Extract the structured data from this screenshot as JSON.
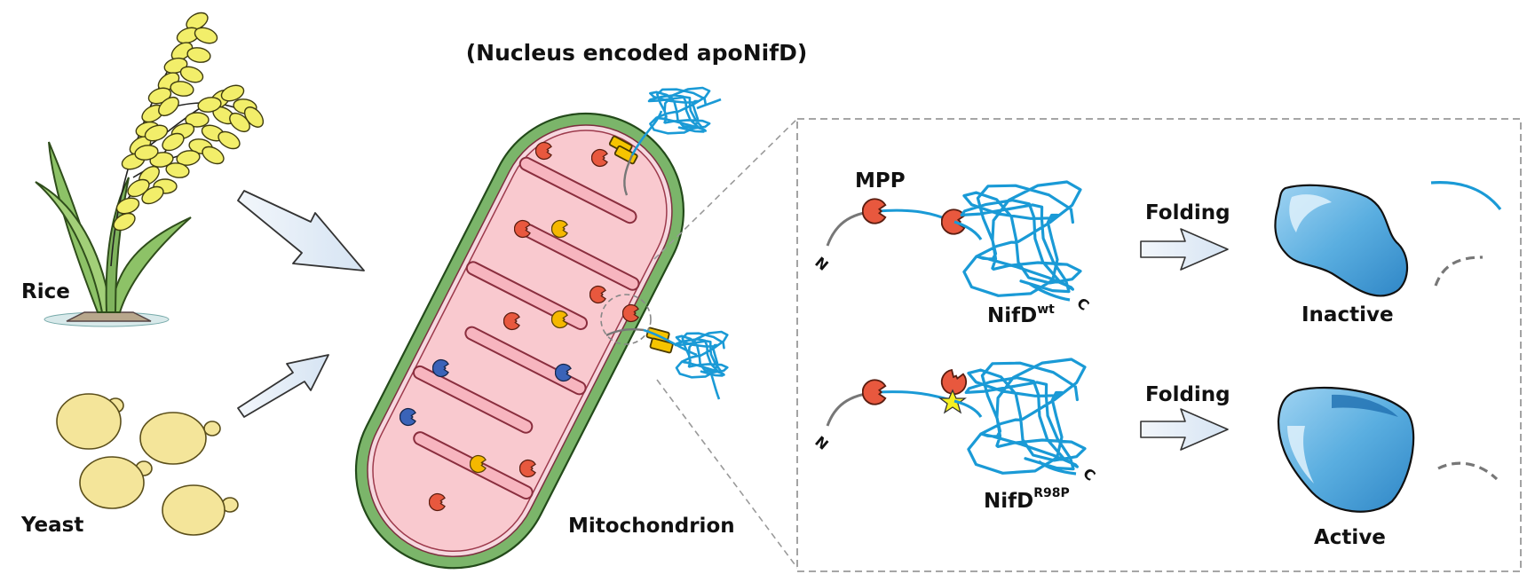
{
  "title": "(Nucleus encoded apoNifD)",
  "organisms": {
    "rice": "Rice",
    "yeast": "Yeast"
  },
  "organelle": "Mitochondrion",
  "panel": {
    "protease": "MPP",
    "row1": {
      "protein": "NifD",
      "superscript": "wt",
      "process": "Folding",
      "outcome": "Inactive"
    },
    "row2": {
      "protein": "NifD",
      "superscript": "R98P",
      "process": "Folding",
      "outcome": "Active"
    }
  },
  "termini": {
    "n": "N",
    "c": "C"
  },
  "colors": {
    "peptide_blue": "#1a9ad6",
    "leader_gray": "#777777",
    "mpp_red": "#e8583e",
    "protease_yellow": "#f5b800",
    "protease_blue": "#3a63b8",
    "membrane_green": "#7bb56a",
    "matrix_pink": "#f9c9cf",
    "rice_grain": "#f2ee6a",
    "yeast_cell": "#f4e59a",
    "protein_blob": "#5aaee0",
    "arrow_fill": "#e4edf7"
  }
}
